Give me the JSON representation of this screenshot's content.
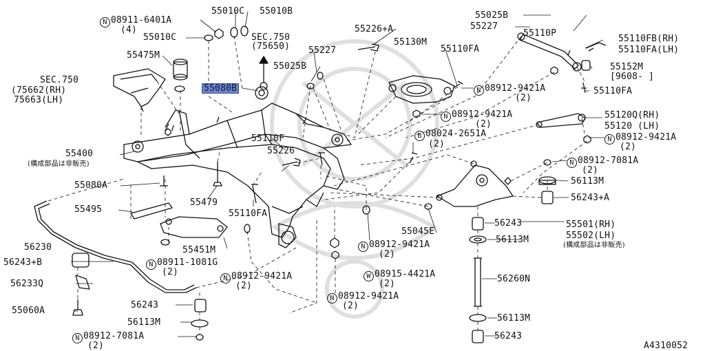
{
  "diagram_id": "A4310052",
  "highlight_color": "#6f84c7",
  "labels": [
    {
      "id": "n0",
      "text": "08911-6401A",
      "prefix": "N"
    },
    {
      "id": "q0",
      "text": "(4)"
    },
    {
      "id": "l1",
      "text": "55010C"
    },
    {
      "id": "l2",
      "text": "55010B"
    },
    {
      "id": "l3",
      "text": "55010C"
    },
    {
      "id": "l4",
      "text": "SEC.750"
    },
    {
      "id": "l5",
      "text": "(75650)"
    },
    {
      "id": "l6",
      "text": "55475M"
    },
    {
      "id": "l7",
      "text": "SEC.750"
    },
    {
      "id": "l8",
      "text": "(75662(RH)"
    },
    {
      "id": "l9",
      "text": "75663(LH)"
    },
    {
      "id": "l10",
      "text": "55080B"
    },
    {
      "id": "l11",
      "text": "55227"
    },
    {
      "id": "l12",
      "text": "55025B"
    },
    {
      "id": "l13",
      "text": "55226+A"
    },
    {
      "id": "l14",
      "text": "55130M"
    },
    {
      "id": "l15",
      "text": "55110FA"
    },
    {
      "id": "l16",
      "text": "55025B"
    },
    {
      "id": "l17",
      "text": "55227"
    },
    {
      "id": "l18",
      "text": "55110P"
    },
    {
      "id": "l19",
      "text": "55110FB(RH)"
    },
    {
      "id": "l20",
      "text": "55110FA(LH)"
    },
    {
      "id": "l21",
      "text": "55152M"
    },
    {
      "id": "l22",
      "text": "[9608-      ]"
    },
    {
      "id": "n1",
      "text": "08912-9421A",
      "prefix": "N"
    },
    {
      "id": "q1",
      "text": "(2)"
    },
    {
      "id": "l23",
      "text": "55110FA"
    },
    {
      "id": "n2",
      "text": "08912-9421A",
      "prefix": "N"
    },
    {
      "id": "q2",
      "text": "(2)"
    },
    {
      "id": "l24",
      "text": "55120Q(RH)"
    },
    {
      "id": "l25",
      "text": "55120 (LH)"
    },
    {
      "id": "n3",
      "text": "08024-2651A",
      "prefix": "B"
    },
    {
      "id": "q3",
      "text": "(2)"
    },
    {
      "id": "n4",
      "text": "08912-9421A",
      "prefix": "N"
    },
    {
      "id": "q4",
      "text": "(2)"
    },
    {
      "id": "l26",
      "text": "55110F"
    },
    {
      "id": "l27",
      "text": "55226"
    },
    {
      "id": "l28",
      "text": "55400"
    },
    {
      "id": "j1",
      "text": "(構成部品は非販売)"
    },
    {
      "id": "n5",
      "text": "08912-7081A",
      "prefix": "N"
    },
    {
      "id": "q5",
      "text": "(2)"
    },
    {
      "id": "l29",
      "text": "55080A"
    },
    {
      "id": "l30",
      "text": "56113M"
    },
    {
      "id": "l31",
      "text": "55479"
    },
    {
      "id": "l32",
      "text": "56243+A"
    },
    {
      "id": "l33",
      "text": "55495"
    },
    {
      "id": "l34",
      "text": "55110FA"
    },
    {
      "id": "l35",
      "text": "55045E"
    },
    {
      "id": "l36",
      "text": "56243"
    },
    {
      "id": "l37",
      "text": "55501(RH)"
    },
    {
      "id": "l38",
      "text": "55502(LH)"
    },
    {
      "id": "j2",
      "text": "(構成部品は非販売)"
    },
    {
      "id": "l39",
      "text": "56230"
    },
    {
      "id": "l40",
      "text": "55451M"
    },
    {
      "id": "l41",
      "text": "56113M"
    },
    {
      "id": "n6",
      "text": "08912-9421A",
      "prefix": "N"
    },
    {
      "id": "q6",
      "text": "(2)"
    },
    {
      "id": "l42",
      "text": "56243+B"
    },
    {
      "id": "n7",
      "text": "08911-1081G",
      "prefix": "N"
    },
    {
      "id": "q7",
      "text": "(2)"
    },
    {
      "id": "n8",
      "text": "08912-9421A",
      "prefix": "N"
    },
    {
      "id": "q8",
      "text": "(2)"
    },
    {
      "id": "n9",
      "text": "08915-4421A",
      "prefix": "W"
    },
    {
      "id": "q9",
      "text": "(2)"
    },
    {
      "id": "l43",
      "text": "56233Q"
    },
    {
      "id": "l44",
      "text": "56260N"
    },
    {
      "id": "n10",
      "text": "08912-9421A",
      "prefix": "N"
    },
    {
      "id": "q10",
      "text": "(2)"
    },
    {
      "id": "l45",
      "text": "55060A"
    },
    {
      "id": "l46",
      "text": "56243"
    },
    {
      "id": "l47",
      "text": "56113M"
    },
    {
      "id": "l48",
      "text": "56113M"
    },
    {
      "id": "n11",
      "text": "08912-7081A",
      "prefix": "N"
    },
    {
      "id": "q11",
      "text": "(2)"
    },
    {
      "id": "l49",
      "text": "56243"
    },
    {
      "id": "l50",
      "text": "A4310052"
    }
  ]
}
